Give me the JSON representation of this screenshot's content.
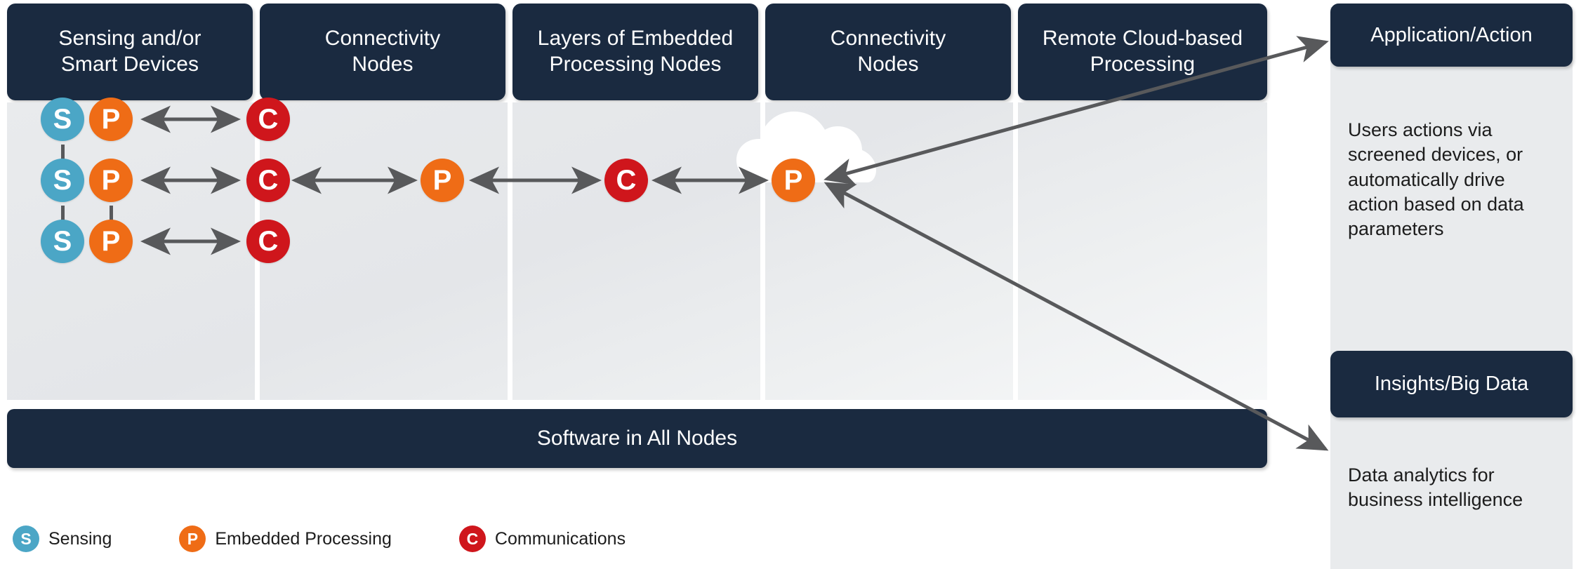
{
  "colors": {
    "header_navy": "#1a2a40",
    "sensing_blue": "#4ba6c6",
    "processing_orange": "#ef6c16",
    "communications_red": "#cf161c",
    "arrow_grey": "#58595b",
    "panel_grey": "#e9ebed",
    "cloud_white": "#ffffff"
  },
  "columns": [
    {
      "id": "sensing-smart-devices",
      "line1": "Sensing and/or",
      "line2": "Smart Devices"
    },
    {
      "id": "connectivity-nodes-1",
      "line1": "Connectivity",
      "line2": "Nodes"
    },
    {
      "id": "embedded-processing-nodes",
      "line1": "Layers of Embedded",
      "line2": "Processing Nodes"
    },
    {
      "id": "connectivity-nodes-2",
      "line1": "Connectivity",
      "line2": "Nodes"
    },
    {
      "id": "remote-cloud-processing",
      "line1": "Remote Cloud-based",
      "line2": "Processing"
    }
  ],
  "nodes": [
    {
      "id": "sensing-1",
      "type": "S",
      "label": "S"
    },
    {
      "id": "sensing-2",
      "type": "S",
      "label": "S"
    },
    {
      "id": "sensing-3",
      "type": "S",
      "label": "S"
    },
    {
      "id": "processing-1",
      "type": "P",
      "label": "P"
    },
    {
      "id": "processing-2",
      "type": "P",
      "label": "P"
    },
    {
      "id": "processing-3",
      "type": "P",
      "label": "P"
    },
    {
      "id": "communications-1",
      "type": "C",
      "label": "C"
    },
    {
      "id": "communications-2",
      "type": "C",
      "label": "C"
    },
    {
      "id": "communications-3",
      "type": "C",
      "label": "C"
    },
    {
      "id": "embedded-processing-node",
      "type": "P",
      "label": "P"
    },
    {
      "id": "communications-4",
      "type": "C",
      "label": "C"
    },
    {
      "id": "cloud-processing-node",
      "type": "P",
      "label": "P"
    }
  ],
  "software_bar": {
    "label": "Software in All Nodes"
  },
  "legend": {
    "items": [
      {
        "id": "sensing",
        "glyph": "S",
        "label": "Sensing",
        "color": "#4ba6c6"
      },
      {
        "id": "embedded-processing",
        "glyph": "P",
        "label": "Embedded Processing",
        "color": "#ef6c16"
      },
      {
        "id": "communications",
        "glyph": "C",
        "label": "Communications",
        "color": "#cf161c"
      }
    ]
  },
  "side_panels": [
    {
      "id": "application-action",
      "title": "Application/Action",
      "body": "Users actions via screened devices, or automatically drive action based on data parameters"
    },
    {
      "id": "insights-big-data",
      "title": "Insights/Big Data",
      "body": "Data analytics for business intelligence"
    }
  ],
  "icons": {
    "cloud": "cloud-icon",
    "arrow_bidirectional": "double-arrow-icon",
    "arrow_diagonal_up": "arrow-up-right-icon",
    "arrow_diagonal_down": "arrow-down-right-icon"
  }
}
